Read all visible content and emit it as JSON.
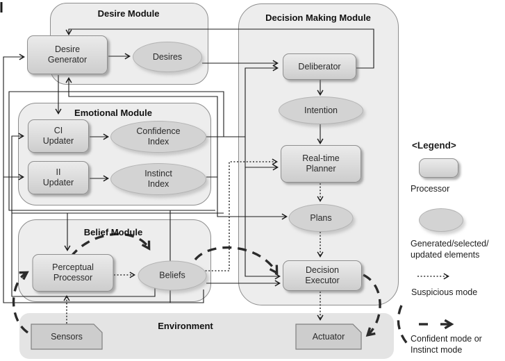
{
  "modules": {
    "desire": {
      "title": "Desire Module"
    },
    "decision": {
      "title": "Decision Making Module"
    },
    "emotional": {
      "title": "Emotional Module"
    },
    "belief": {
      "title": "Belief Module"
    },
    "environment": {
      "title": "Environment"
    }
  },
  "nodes": {
    "desire_generator": {
      "label": "Desire\nGenerator",
      "type": "processor"
    },
    "desires": {
      "label": "Desires",
      "type": "element"
    },
    "deliberator": {
      "label": "Deliberator",
      "type": "processor"
    },
    "intention": {
      "label": "Intention",
      "type": "element"
    },
    "ci_updater": {
      "label": "CI\nUpdater",
      "type": "processor"
    },
    "confidence_index": {
      "label": "Confidence\nIndex",
      "type": "element"
    },
    "ii_updater": {
      "label": "II\nUpdater",
      "type": "processor"
    },
    "instinct_index": {
      "label": "Instinct\nIndex",
      "type": "element"
    },
    "realtime_planner": {
      "label": "Real-time\nPlanner",
      "type": "processor"
    },
    "plans": {
      "label": "Plans",
      "type": "element"
    },
    "perceptual_processor": {
      "label": "Perceptual\nProcessor",
      "type": "processor"
    },
    "beliefs": {
      "label": "Beliefs",
      "type": "element"
    },
    "decision_executor": {
      "label": "Decision\nExecutor",
      "type": "processor"
    },
    "sensors": {
      "label": "Sensors",
      "type": "processor"
    },
    "actuator": {
      "label": "Actuator",
      "type": "processor"
    }
  },
  "legend": {
    "title": "<Legend>",
    "processor_label": "Processor",
    "element_label": "Generated/selected/\nupdated elements",
    "suspicious_label": "Suspicious mode",
    "confident_label": "Confident mode or\nInstinct mode"
  },
  "colors": {
    "module_fill": "#ededed",
    "processor_fill": "#d6d6d6",
    "element_fill": "#d3d3d3",
    "environment_fill": "#e4e4e4",
    "line": "#1a1a1a",
    "bold_dash": "#2b2b2b"
  },
  "edges": [
    {
      "from": "Desire Generator",
      "to": "Desires",
      "mode": "solid"
    },
    {
      "from": "Desires",
      "to": "Deliberator",
      "mode": "solid"
    },
    {
      "from": "Deliberator",
      "to": "Intention",
      "mode": "solid"
    },
    {
      "from": "Intention",
      "to": "Real-time Planner",
      "mode": "solid"
    },
    {
      "from": "Deliberator",
      "to": "Desire Generator",
      "mode": "solid"
    },
    {
      "from": "Desire Generator",
      "to": "Emotional Module",
      "mode": "solid"
    },
    {
      "from": "CI Updater",
      "to": "Confidence Index",
      "mode": "solid"
    },
    {
      "from": "II Updater",
      "to": "Instinct Index",
      "mode": "solid"
    },
    {
      "from": "Confidence Index",
      "to": "Deliberator",
      "mode": "solid"
    },
    {
      "from": "Confidence Index",
      "to": "Real-time Planner",
      "mode": "solid"
    },
    {
      "from": "Confidence Index",
      "to": "Decision Executor",
      "mode": "solid"
    },
    {
      "from": "Confidence Index",
      "to": "Desire Generator",
      "mode": "solid"
    },
    {
      "from": "Instinct Index",
      "to": "Plans",
      "mode": "solid"
    },
    {
      "from": "Instinct Index",
      "to": "Desire Generator",
      "mode": "solid"
    },
    {
      "from": "Beliefs",
      "to": "Decision Executor",
      "mode": "solid"
    },
    {
      "from": "Beliefs",
      "to": "CI Updater",
      "mode": "solid"
    },
    {
      "from": "Beliefs",
      "to": "II Updater",
      "mode": "solid"
    },
    {
      "from": "Beliefs",
      "to": "Desire Generator",
      "mode": "solid"
    },
    {
      "from": "Sensors",
      "to": "Perceptual Processor",
      "mode": "suspicious"
    },
    {
      "from": "Perceptual Processor",
      "to": "Beliefs",
      "mode": "suspicious"
    },
    {
      "from": "Beliefs",
      "to": "Real-time Planner",
      "mode": "suspicious"
    },
    {
      "from": "Real-time Planner",
      "to": "Plans",
      "mode": "suspicious"
    },
    {
      "from": "Plans",
      "to": "Decision Executor",
      "mode": "suspicious"
    },
    {
      "from": "Decision Executor",
      "to": "Actuator",
      "mode": "suspicious"
    },
    {
      "from": "Sensors",
      "to": "Perceptual Processor",
      "mode": "confident"
    },
    {
      "from": "Perceptual Processor",
      "to": "Beliefs",
      "mode": "confident"
    },
    {
      "from": "Beliefs",
      "to": "Decision Executor",
      "mode": "confident"
    },
    {
      "from": "Decision Executor",
      "to": "Actuator",
      "mode": "confident"
    }
  ]
}
